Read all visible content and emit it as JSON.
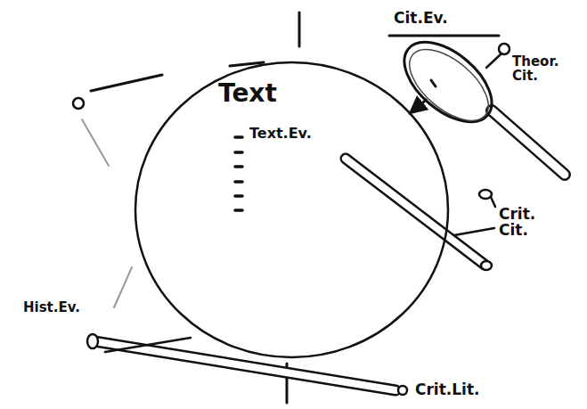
{
  "diagram": {
    "nodes": [
      {
        "text": [
          "Text",
          "Text.Ev."
        ]
      },
      {
        "text": [
          "Cit.Ev.",
          "Theor. Cit."
        ]
      }
    ],
    "edges": [
      {
        "from": 1,
        "to": 0,
        "arrow": "to"
      }
    ],
    "labels": [
      "Crit. Cit.",
      "Hist.Ev.",
      "Crit.Lit."
    ]
  }
}
